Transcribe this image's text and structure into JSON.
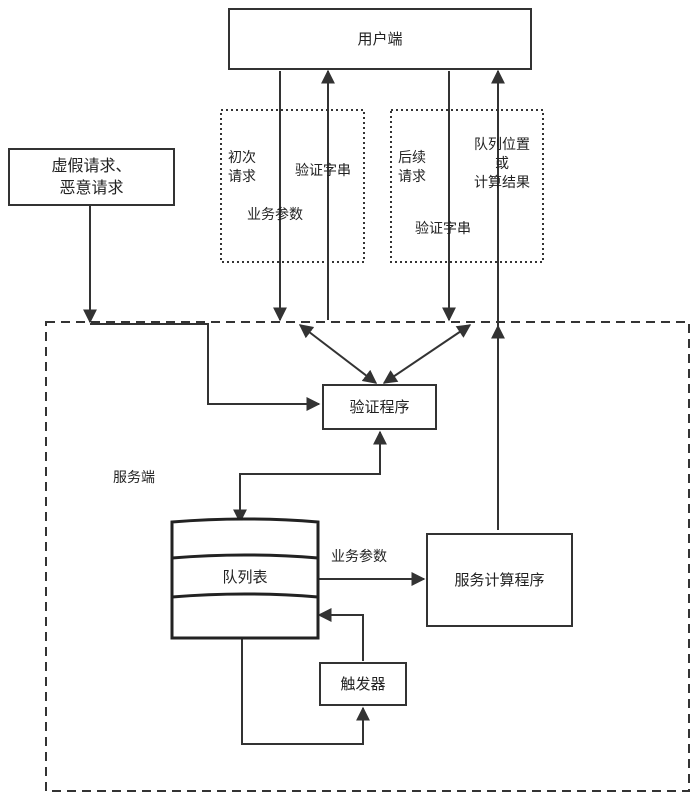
{
  "nodes": {
    "client": "用户端",
    "fake_requests": "虚假请求、\n恶意请求",
    "verifier": "验证程序",
    "server_label": "服务端",
    "queue": "队列表",
    "compute": "服务计算程序",
    "trigger": "触发器"
  },
  "edges": {
    "initial_request": "初次\n请求",
    "business_params_top": "业务参数",
    "verify_string_1": "验证字串",
    "followup_request": "后续\n请求",
    "verify_string_2": "验证字串",
    "queue_pos_result": "队列位置\n或\n计算结果",
    "business_params_mid": "业务参数"
  }
}
